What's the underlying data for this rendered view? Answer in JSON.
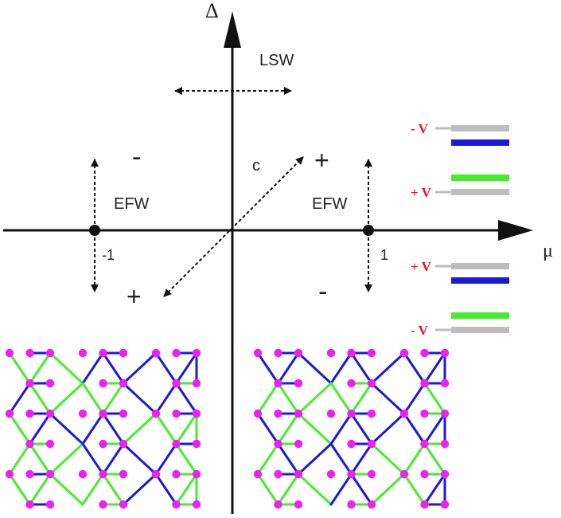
{
  "axes": {
    "y_symbol": "Δ",
    "x_symbol": "μ",
    "tick_neg": "-1",
    "tick_pos": "1"
  },
  "phase_labels": {
    "lsw": "LSW",
    "efw_left": "EFW",
    "efw_right": "EFW",
    "c": "c"
  },
  "signs": {
    "upper_left": "-",
    "upper_right": "+",
    "lower_left": "+",
    "lower_right": "-"
  },
  "voltage_legend": [
    {
      "label": "- V",
      "top_bar": "gray",
      "bottom_bar": "blue"
    },
    {
      "label": "+ V",
      "top_bar": "green",
      "bottom_bar": "gray"
    },
    {
      "label": "+ V",
      "top_bar": "gray",
      "bottom_bar": "blue"
    },
    {
      "label": "- V",
      "top_bar": "green",
      "bottom_bar": "gray"
    }
  ],
  "colors": {
    "axis": "#111111",
    "voltage_label": "#e8141e",
    "gray_bar": "#bdbdbd",
    "blue_bond": "#1a1adf",
    "green_bond": "#46ee2a",
    "site": "#f01ef0"
  }
}
